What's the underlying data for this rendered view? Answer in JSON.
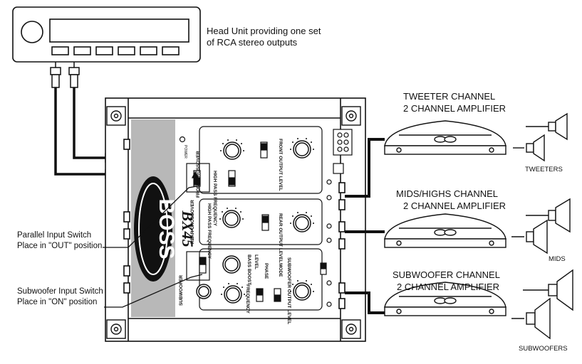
{
  "head_unit": {
    "caption_line1": "Head Unit providing one set",
    "caption_line2": "of RCA stereo outputs"
  },
  "callouts": {
    "parallel_line1": "Parallel Input Switch",
    "parallel_line2": "Place in \"OUT\"  position",
    "subwoofer_line1": "Subwoofer  Input Switch",
    "subwoofer_line2": "Place in \"ON\" position"
  },
  "amplifiers": {
    "tweeter_line1": "TWEETER CHANNEL",
    "tweeter_line2": "2 CHANNEL AMPLIFIER",
    "mids_line1": "MIDS/HIGHS CHANNEL",
    "mids_line2": "2 CHANNEL AMPLIFIER",
    "sub_line1": "SUBWOOFER CHANNEL",
    "sub_line2": "2 CHANNEL AMPLIFIER"
  },
  "speakers": {
    "tweeters": "TWEETERS",
    "mids": "MIDS",
    "subwoofers": "SUBWOOFERS"
  },
  "crossover": {
    "brand": "BOSS",
    "model": "BX45",
    "power_label": "POWER",
    "front_section": "FRONT CROSSOVER",
    "rear_section": "REAR CROSSOVER",
    "sub_section": "SUBWOOFER",
    "high_pass_frequency": "HIGH PASS FREQUENCY",
    "front_output_level": "FRONT OUTPUT LEVEL",
    "rear_output_level": "REAR OUTPUT LEVEL",
    "subwoofer_output_level": "SUBWOOFER OUTPUT LEVEL",
    "frequency": "FREQUENCY",
    "bass_boost": "BASS BOOST",
    "phase": "PHASE",
    "mode": "MODE",
    "level": "LEVEL"
  },
  "colors": {
    "line": "#111111",
    "panel_shade": "#b8b8b8",
    "chassis": "#ffffff"
  }
}
